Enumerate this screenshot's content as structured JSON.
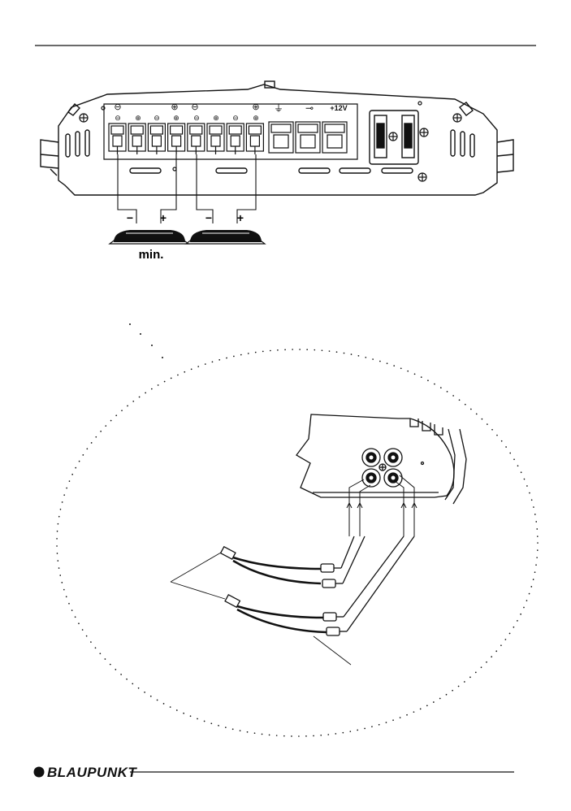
{
  "amplifier": {
    "terminal_top_labels": [
      "⊖",
      "⊕",
      "⊕",
      "⊖",
      "⊕",
      "⊖",
      "⊕"
    ],
    "ground_symbol": "⏚",
    "remote_symbol": "⊸",
    "power_label": "+12V"
  },
  "speakers": [
    {
      "minus": "−",
      "plus": "+"
    },
    {
      "minus": "−",
      "plus": "+"
    }
  ],
  "min_label": "min.",
  "brand": {
    "name": "BLAUPUNKT"
  },
  "colors": {
    "ink": "#111111",
    "paper": "#ffffff"
  }
}
